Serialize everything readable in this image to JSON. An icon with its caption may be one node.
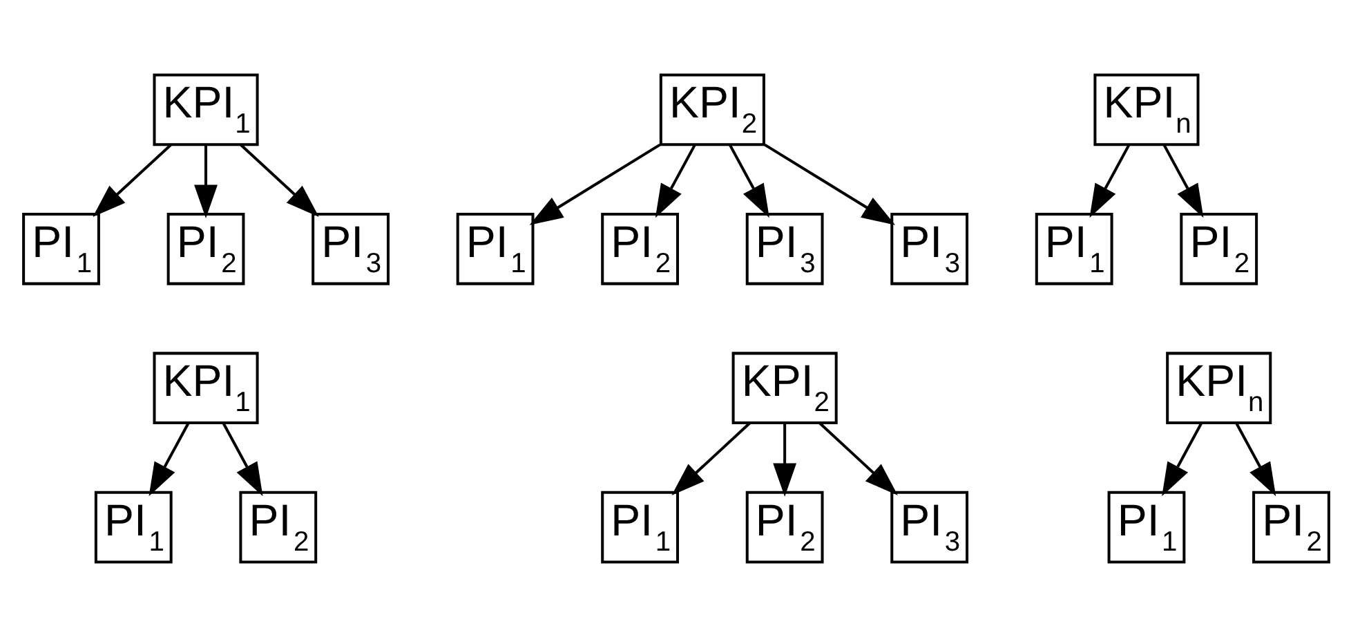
{
  "diagram": {
    "nodes": [
      {
        "text": [
          "KPI$_{1}$"
        ]
      },
      {
        "text": [
          "PI$_{1}$"
        ]
      },
      {
        "text": [
          "PI$_{2}$"
        ]
      },
      {
        "text": [
          "PI$_{3}$"
        ]
      },
      {
        "text": [
          "KPI$_{2}$"
        ]
      },
      {
        "text": [
          "PI$_{1}$"
        ]
      },
      {
        "text": [
          "PI$_{2}$"
        ]
      },
      {
        "text": [
          "PI$_{3}$"
        ]
      },
      {
        "text": [
          "PI$_{3}$"
        ]
      },
      {
        "text": [
          "KPI$_{n}$"
        ]
      },
      {
        "text": [
          "PI$_{1}$"
        ]
      },
      {
        "text": [
          "PI$_{2}$"
        ]
      },
      {
        "text": [
          "KPI$_{1}$"
        ]
      },
      {
        "text": [
          "PI$_{1}$"
        ]
      },
      {
        "text": [
          "PI$_{2}$"
        ]
      },
      {
        "text": [
          "KPI$_{2}$"
        ]
      },
      {
        "text": [
          "PI$_{1}$"
        ]
      },
      {
        "text": [
          "PI$_{2}$"
        ]
      },
      {
        "text": [
          "PI$_{3}$"
        ]
      },
      {
        "text": [
          "KPI$_{n}$"
        ]
      },
      {
        "text": [
          "PI$_{1}$"
        ]
      },
      {
        "text": [
          "PI$_{2}$"
        ]
      }
    ],
    "edges": [
      {
        "from": 0,
        "to": 1,
        "arrow": "to"
      },
      {
        "from": 0,
        "to": 2,
        "arrow": "to"
      },
      {
        "from": 0,
        "to": 3,
        "arrow": "to"
      },
      {
        "from": 4,
        "to": 5,
        "arrow": "to"
      },
      {
        "from": 4,
        "to": 6,
        "arrow": "to"
      },
      {
        "from": 4,
        "to": 7,
        "arrow": "to"
      },
      {
        "from": 4,
        "to": 8,
        "arrow": "to"
      },
      {
        "from": 9,
        "to": 10,
        "arrow": "to"
      },
      {
        "from": 9,
        "to": 11,
        "arrow": "to"
      },
      {
        "from": 12,
        "to": 13,
        "arrow": "to"
      },
      {
        "from": 12,
        "to": 14,
        "arrow": "to"
      },
      {
        "from": 15,
        "to": 16,
        "arrow": "to"
      },
      {
        "from": 15,
        "to": 17,
        "arrow": "to"
      },
      {
        "from": 15,
        "to": 18,
        "arrow": "to"
      },
      {
        "from": 19,
        "to": 20,
        "arrow": "to"
      },
      {
        "from": 19,
        "to": 21,
        "arrow": "to"
      }
    ]
  }
}
